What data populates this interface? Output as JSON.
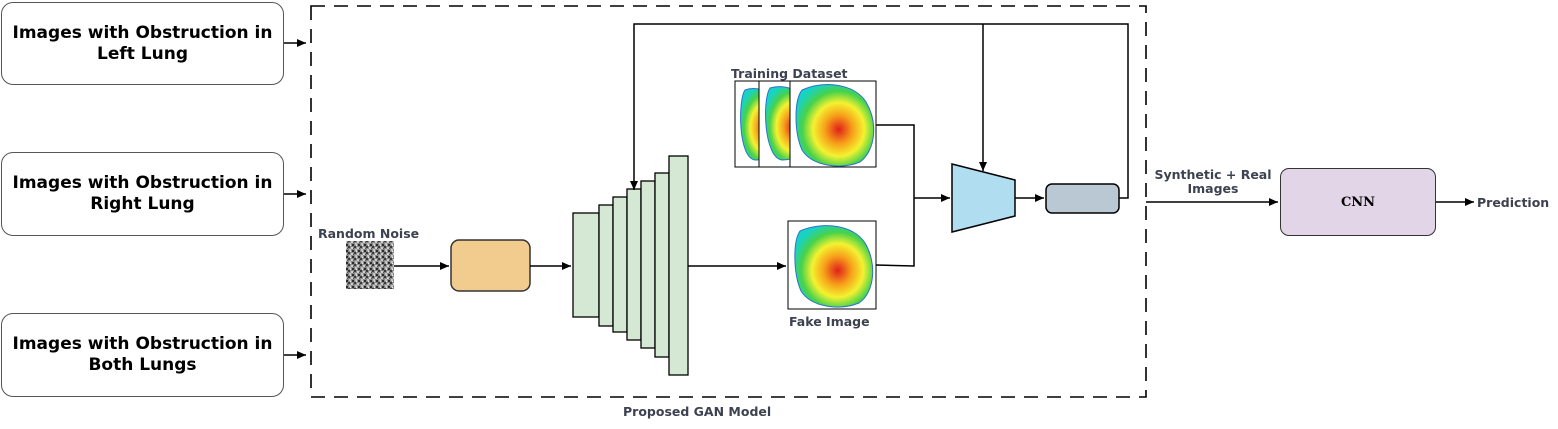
{
  "inputs": [
    {
      "label": "Images with Obstruction in Left Lung"
    },
    {
      "label": "Images with Obstruction in Right Lung"
    },
    {
      "label": "Images with Obstruction in Both Lungs"
    }
  ],
  "labels": {
    "random_noise": "Random Noise",
    "training_dataset": "Training Dataset",
    "fake_image": "Fake Image",
    "synthetic_real": "Synthetic + Real Images",
    "cnn": "CNN",
    "prediction": "Prediction",
    "gan_model": "Proposed GAN Model"
  },
  "colors": {
    "mapping_block": "#f2cc8f",
    "generator_layers": "#d5e8d4",
    "discriminator": "#b1ddf0",
    "output_block": "#bac8d3",
    "cnn_block": "#e1d5e7"
  }
}
